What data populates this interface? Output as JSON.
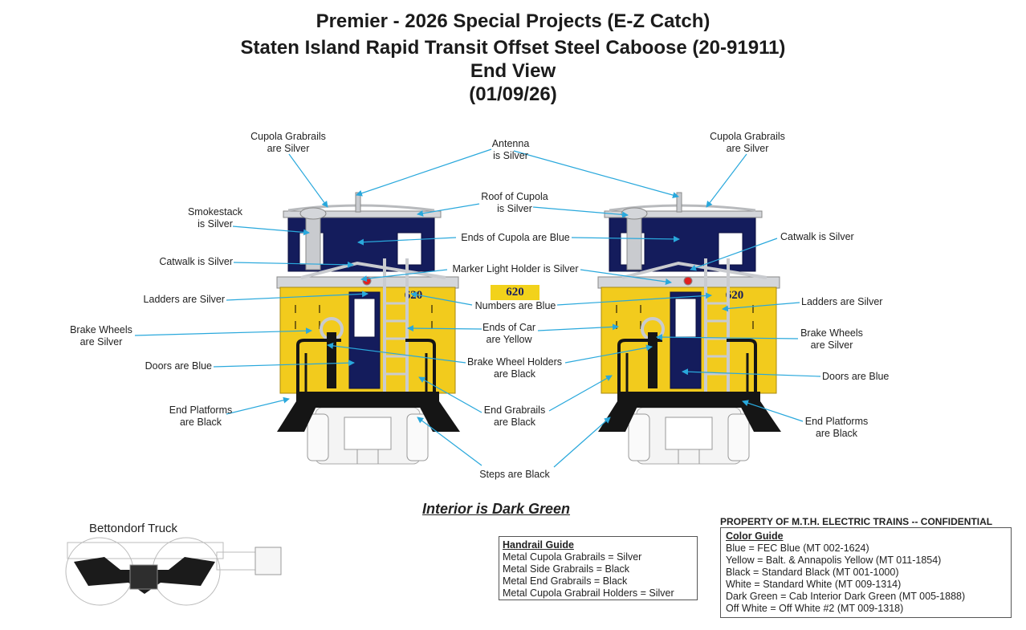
{
  "titles": {
    "line1": "Premier - 2026 Special Projects (E-Z Catch)",
    "line2": "Staten Island Rapid Transit Offset Steel Caboose (20-91911)",
    "line3": "End View",
    "line4": "(01/09/26)"
  },
  "car_number": "620",
  "labels": {
    "cupola_grabrails": "Cupola Grabrails\nare Silver",
    "antenna": "Antenna\nis Silver",
    "roof_of_cupola": "Roof of Cupola\nis Silver",
    "smokestack": "Smokestack\nis Silver",
    "ends_of_cupola": "Ends of Cupola are Blue",
    "catwalk": "Catwalk is Silver",
    "marker_light_holder": "Marker Light Holder is Silver",
    "ladders": "Ladders are Silver",
    "numbers": "Numbers are Blue",
    "brake_wheels": "Brake Wheels\nare Silver",
    "ends_of_car": "Ends of Car\nare Yellow",
    "doors": "Doors are Blue",
    "brake_wheel_holders": "Brake Wheel Holders\nare Black",
    "end_platforms": "End Platforms\nare Black",
    "end_grabrails": "End Grabrails\nare Black",
    "steps": "Steps are Black"
  },
  "interior_note": "Interior is Dark Green",
  "truck_title": "Bettondorf Truck",
  "handrail_guide": {
    "heading": "Handrail Guide",
    "items": [
      "Metal Cupola Grabrails = Silver",
      "Metal Side Grabrails = Black",
      "Metal End Grabrails = Black",
      "Metal Cupola Grabrail Holders = Silver"
    ]
  },
  "property_notice": "PROPERTY OF M.T.H. ELECTRIC TRAINS -- CONFIDENTIAL",
  "color_guide": {
    "heading": "Color Guide",
    "items": [
      "Blue = FEC Blue (MT 002-1624)",
      "Yellow = Balt. & Annapolis Yellow (MT 011-1854)",
      "Black = Standard Black (MT 001-1000)",
      "White = Standard White (MT 009-1314)",
      "Dark Green = Cab Interior Dark Green (MT 005-1888)",
      "Off White = Off White #2 (MT 009-1318)"
    ]
  },
  "colors": {
    "blue": "#141c5c",
    "yellow": "#f2cb1d",
    "silver": "#c9cbcf",
    "black": "#151515",
    "leader": "#29a8dc",
    "marker_red": "#e02020"
  }
}
